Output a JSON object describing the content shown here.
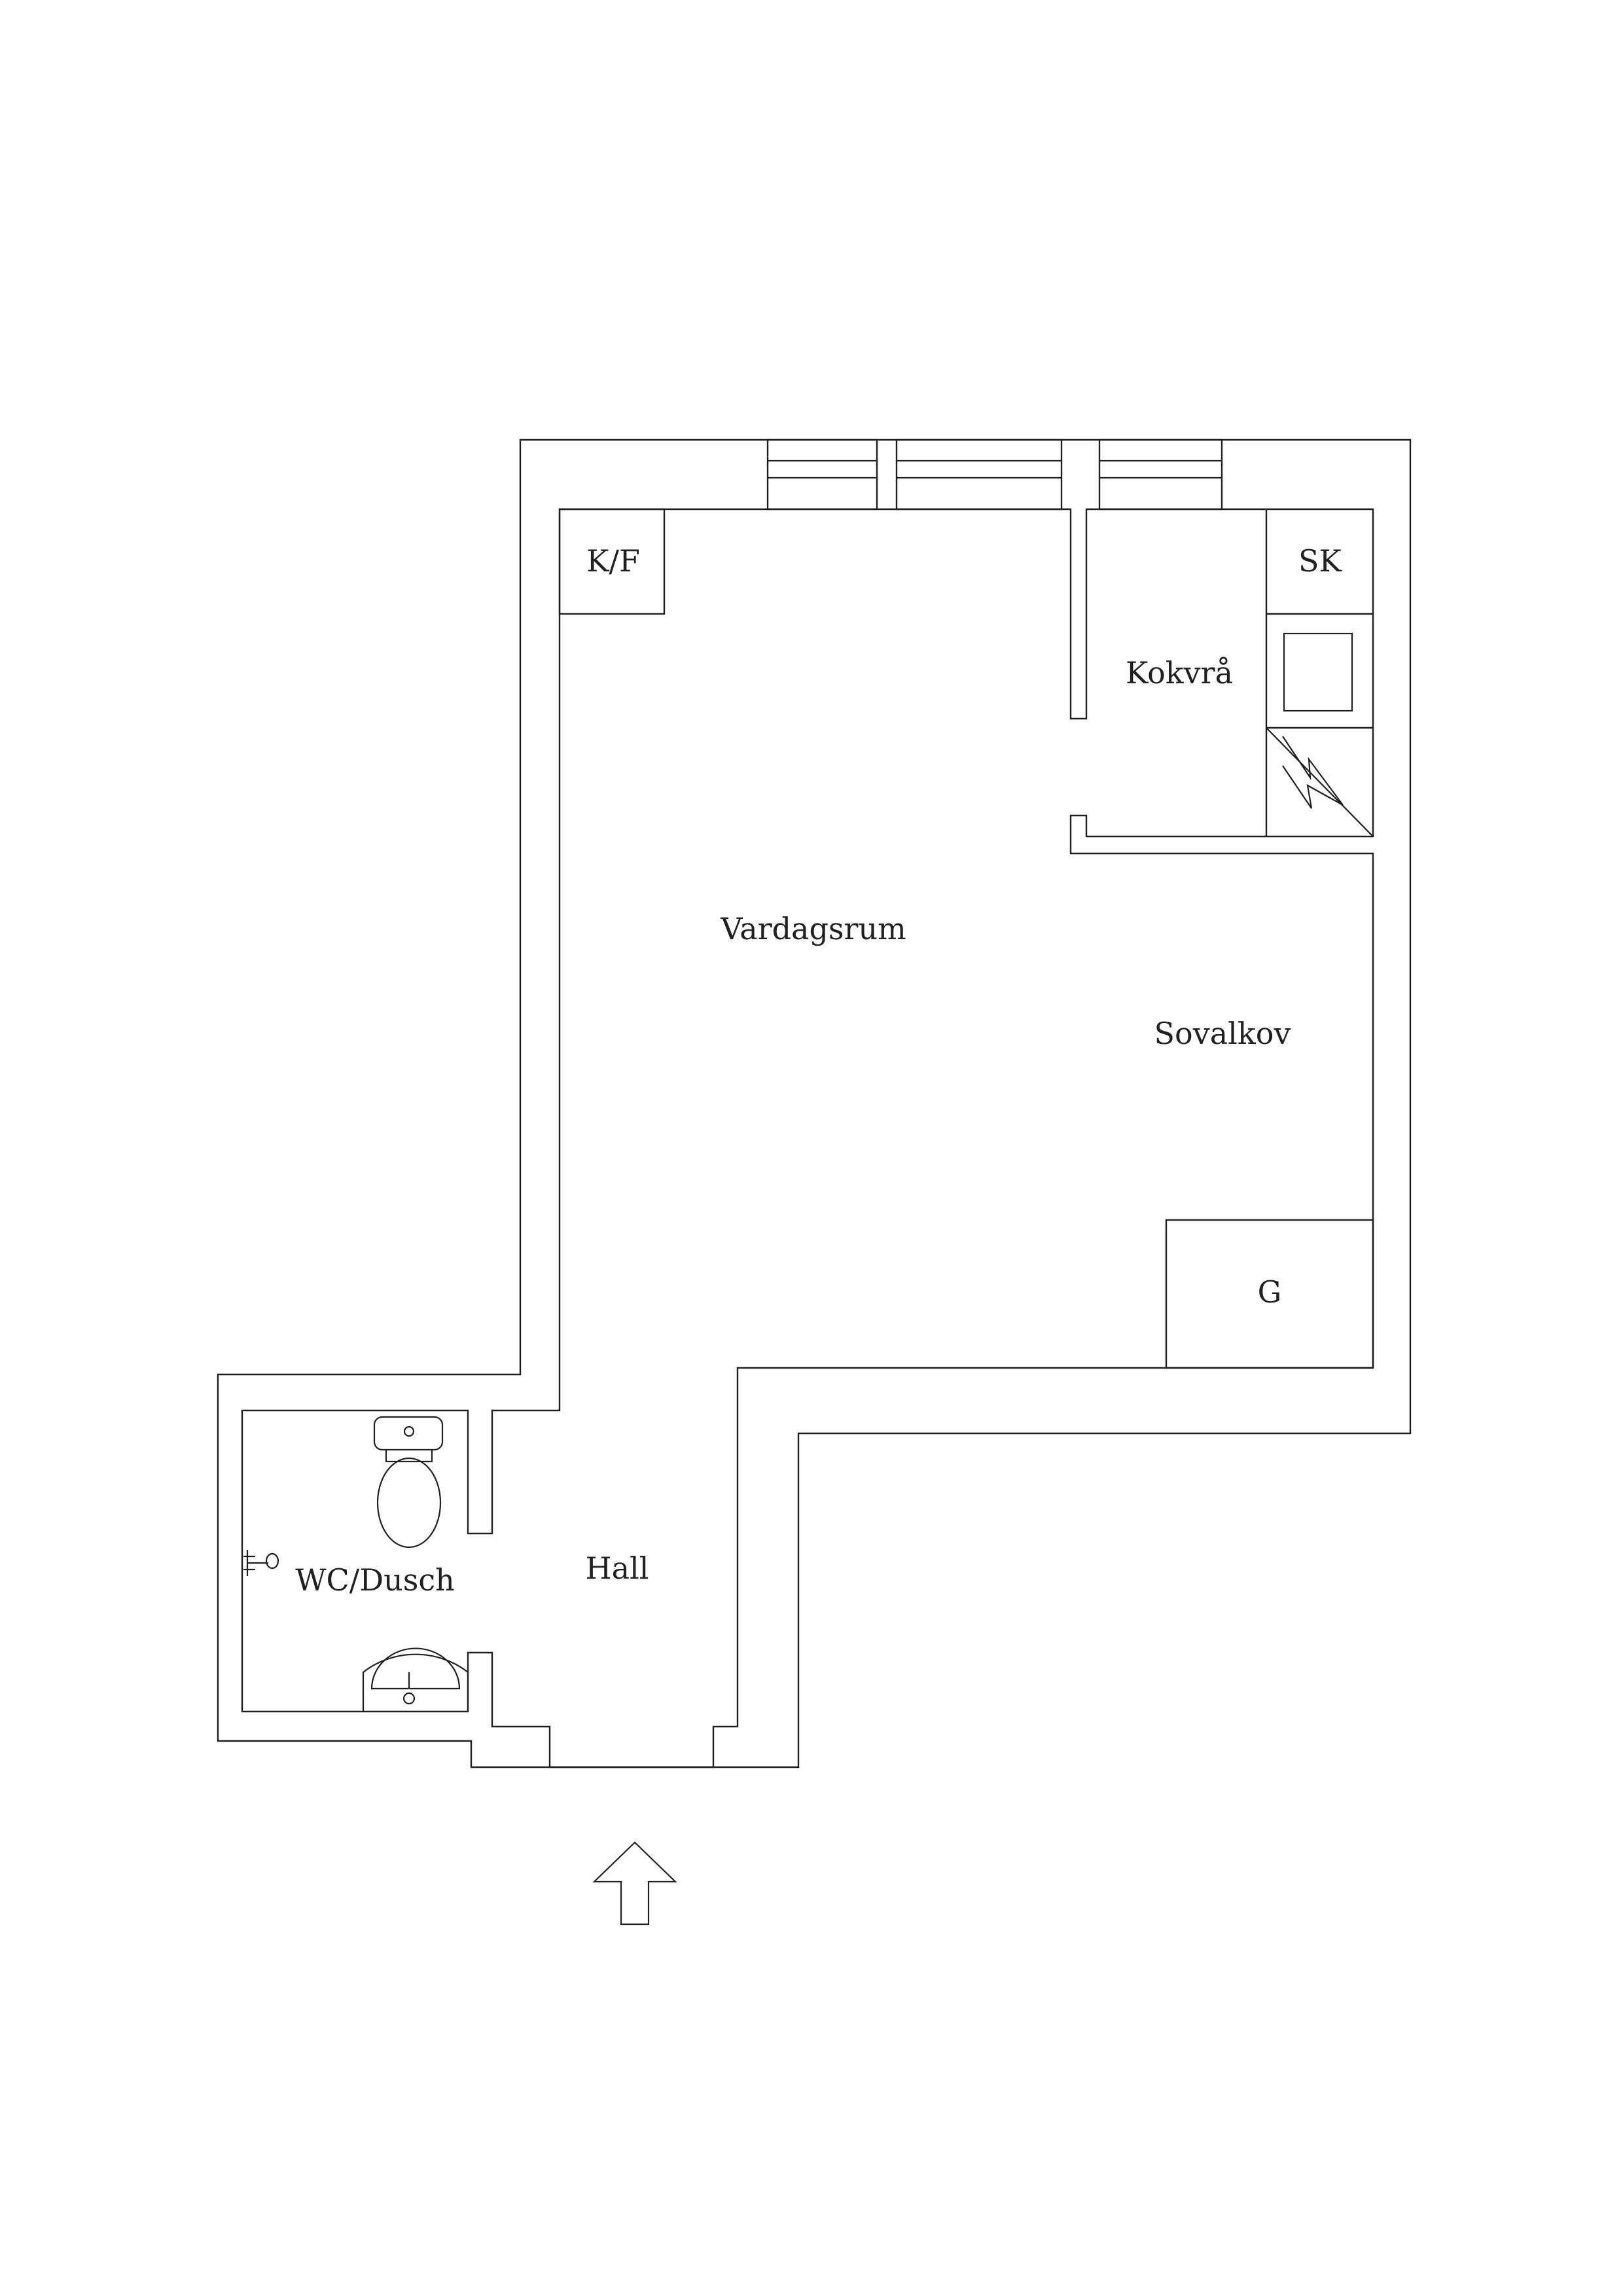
{
  "rooms": {
    "kf": "K/F",
    "sk": "SK",
    "kokvra": "Kokvrå",
    "vardagsrum": "Vardagsrum",
    "sovalkov": "Sovalkov",
    "g": "G",
    "wc_dusch": "WC/Dusch",
    "hall": "Hall"
  },
  "colors": {
    "line": "#231f20",
    "background": "#ffffff"
  },
  "icons": {
    "entrance": "entrance-arrow-icon",
    "toilet": "toilet-icon",
    "sink": "sink-icon",
    "shower": "shower-icon",
    "stove": "stove-icon",
    "electrical": "electrical-cabinet-icon"
  }
}
